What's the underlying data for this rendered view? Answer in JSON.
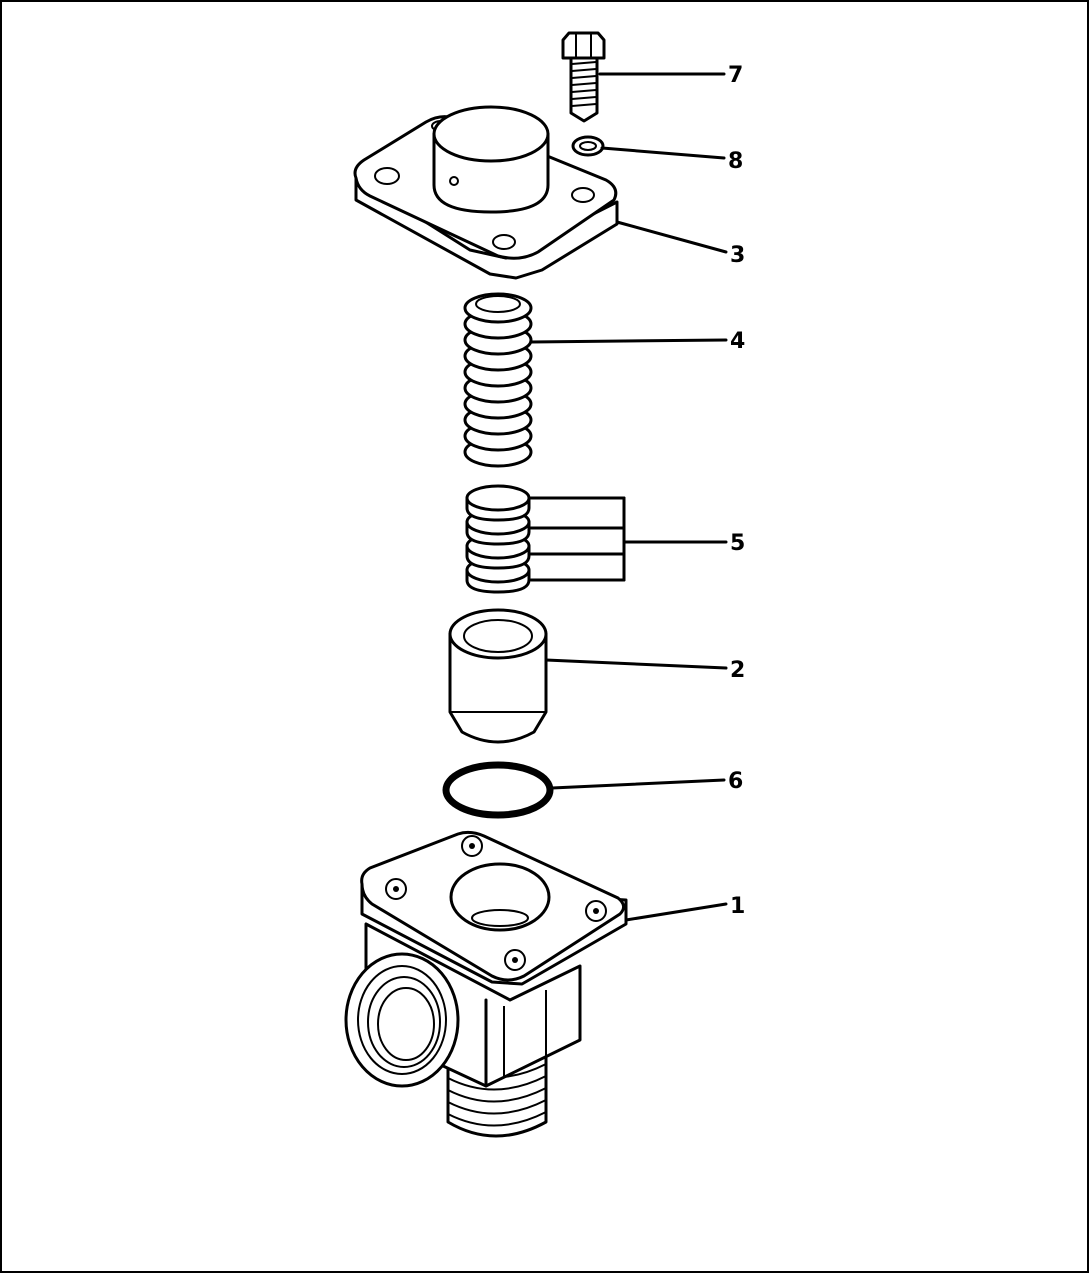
{
  "callouts": {
    "part_1": "1",
    "part_2": "2",
    "part_3": "3",
    "part_4": "4",
    "part_5": "5",
    "part_6": "6",
    "part_7": "7",
    "part_8": "8"
  }
}
